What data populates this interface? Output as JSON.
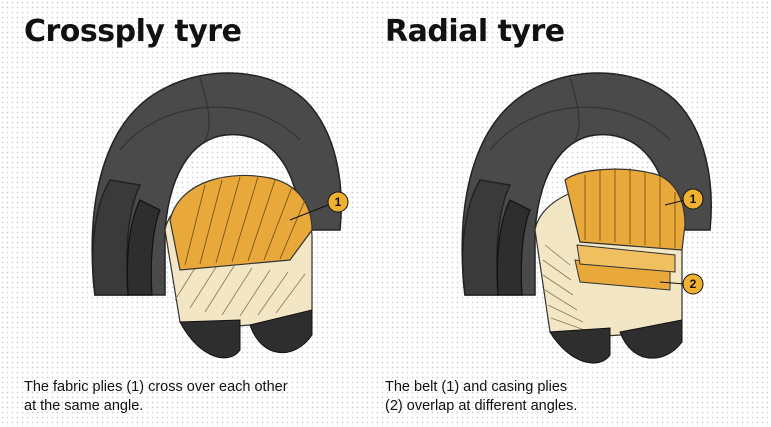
{
  "crossply": {
    "title": "Crossply tyre",
    "caption_line1": "The fabric plies (1) cross over each other",
    "caption_line2": "at the same angle.",
    "callouts": [
      "1"
    ]
  },
  "radial": {
    "title": "Radial tyre",
    "caption_line1": "The belt (1) and casing plies",
    "caption_line2": "(2) overlap at different angles.",
    "callouts": [
      "1",
      "2"
    ]
  },
  "colors": {
    "rubber": "#4a4a4a",
    "rubber_dark": "#2e2e2e",
    "ply_yellow": "#e8a93a",
    "ply_cream": "#f3e6c4",
    "callout_fill": "#f0b030"
  }
}
